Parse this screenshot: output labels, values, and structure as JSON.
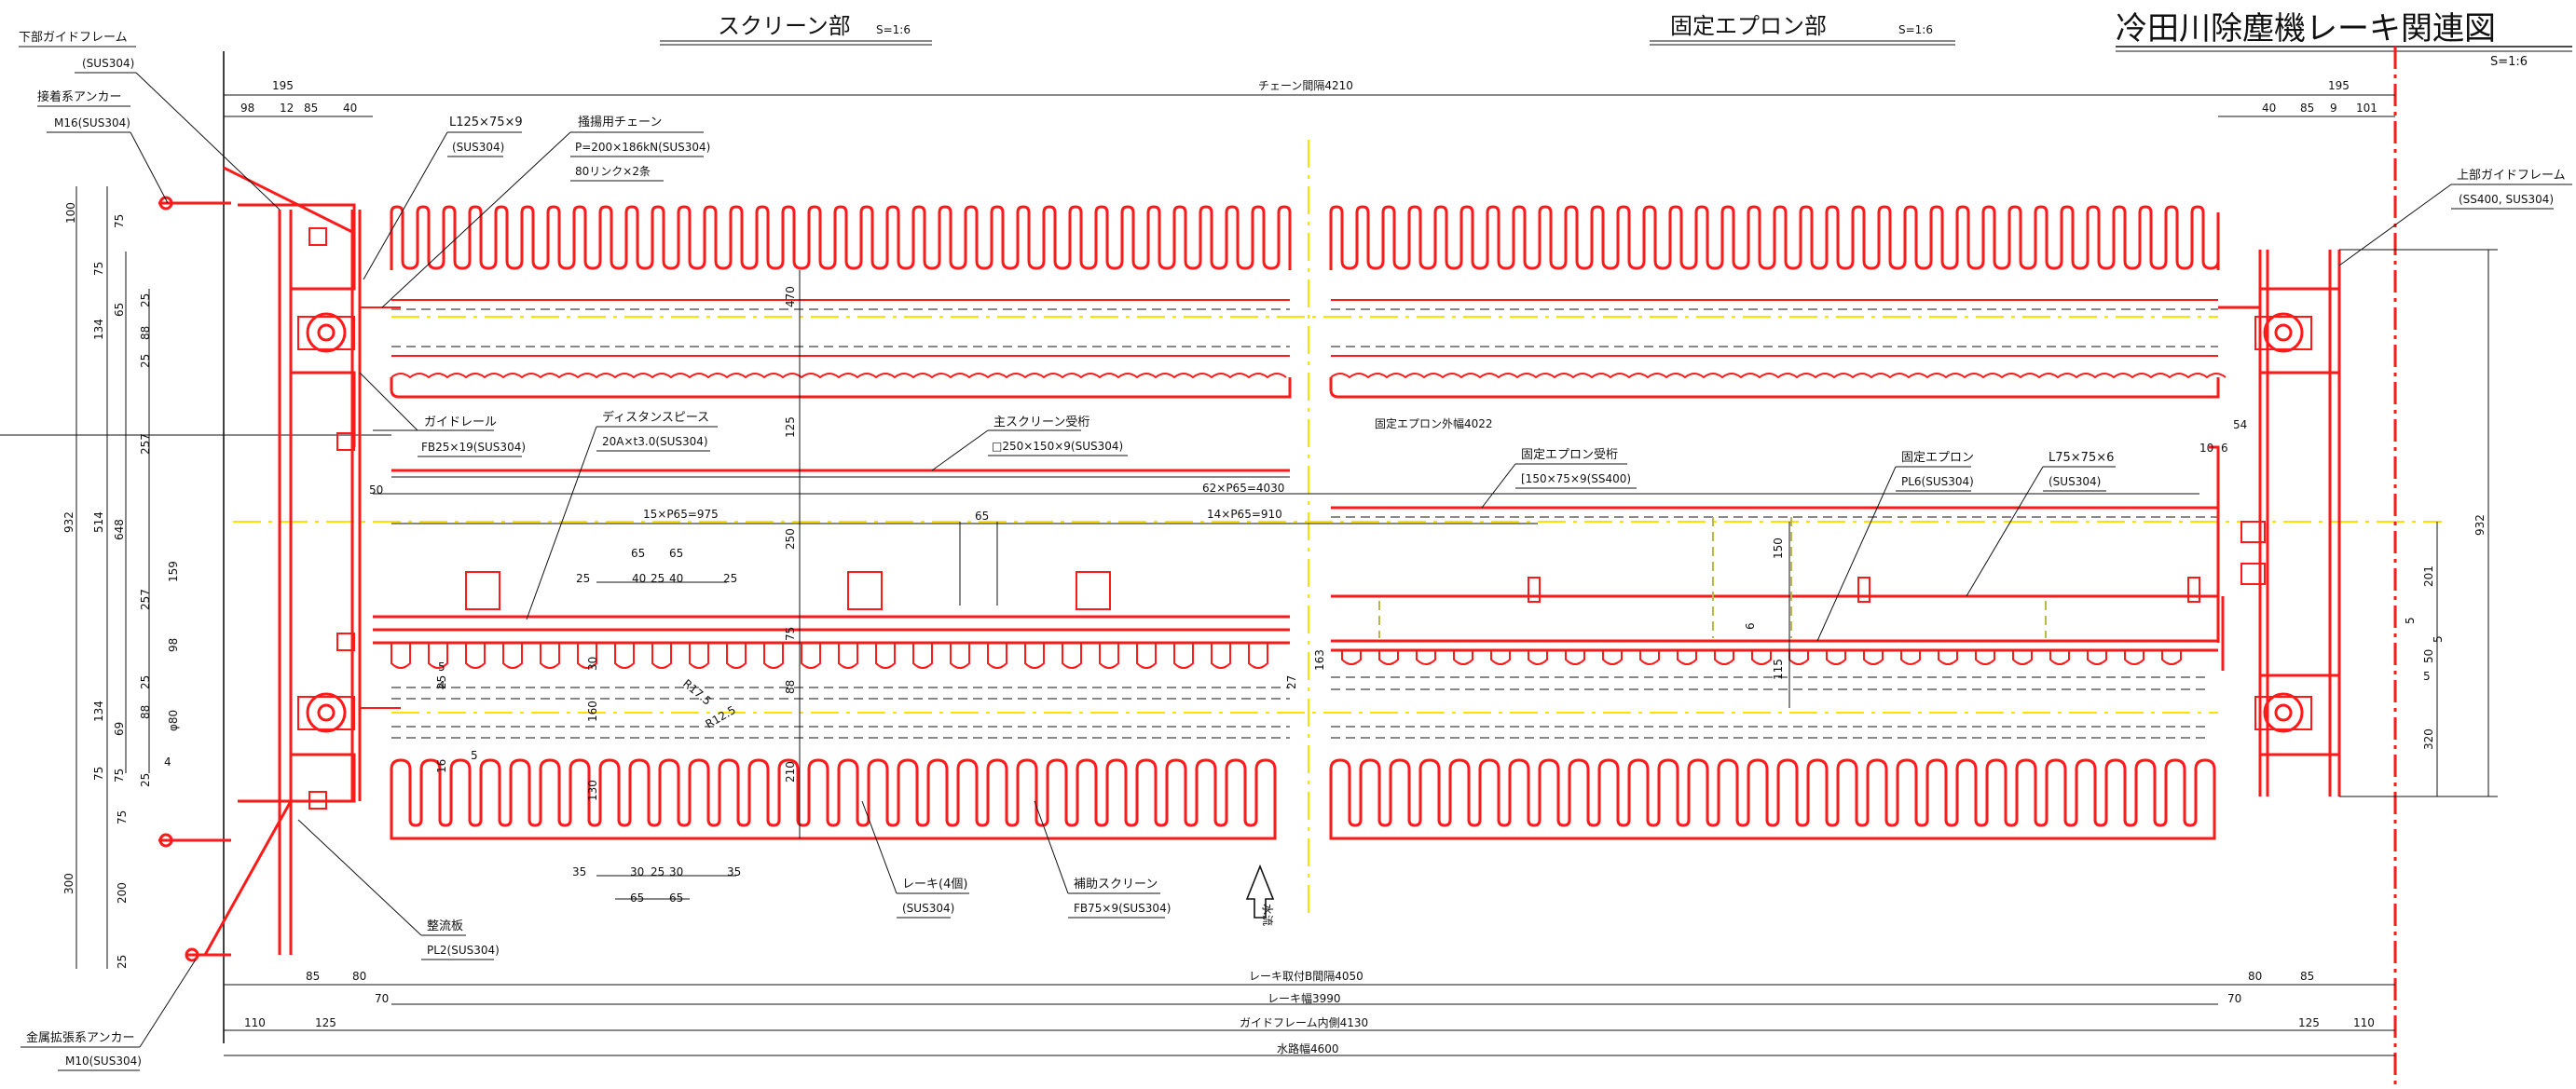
{
  "drawing_title": "冷田川除塵機レーキ関連図",
  "drawing_scale": "S=1:6",
  "sections": {
    "screen": {
      "label": "スクリーン部",
      "scale": "S=1:6"
    },
    "apron": {
      "label": "固定エプロン部",
      "scale": "S=1:6"
    }
  },
  "callouts": {
    "lower_guide_frame": {
      "name": "下部ガイドフレーム",
      "spec": "(SUS304)"
    },
    "adhesive_anchor": {
      "name": "接着系アンカー",
      "spec": "M16(SUS304)"
    },
    "angle_l125": {
      "name": "L125×75×9",
      "spec": "(SUS304)"
    },
    "chain": {
      "name": "掻揚用チェーン",
      "spec": "P=200×186kN(SUS304)",
      "spec2": "80リンク×2条"
    },
    "upper_guide_frame": {
      "name": "上部ガイドフレーム",
      "spec": "(SS400, SUS304)"
    },
    "guide_rail": {
      "name": "ガイドレール",
      "spec": "FB25×19(SUS304)"
    },
    "distance_piece": {
      "name": "ディスタンスピース",
      "spec": "20A×t3.0(SUS304)"
    },
    "main_screen_girder": {
      "name": "主スクリーン受桁",
      "spec": "□250×150×9(SUS304)"
    },
    "apron_width": {
      "name": "固定エプロン外幅4022"
    },
    "apron_girder": {
      "name": "固定エプロン受桁",
      "spec": "[150×75×9(SS400)"
    },
    "fixed_apron": {
      "name": "固定エプロン",
      "spec": "PL6(SUS304)"
    },
    "angle_l75": {
      "name": "L75×75×6",
      "spec": "(SUS304)"
    },
    "flow_plate": {
      "name": "整流板",
      "spec": "PL2(SUS304)"
    },
    "rake": {
      "name": "レーキ(4個)",
      "spec": "(SUS304)"
    },
    "aux_screen": {
      "name": "補助スクリーン",
      "spec": "FB75×9(SUS304)"
    },
    "metal_anchor": {
      "name": "金属拡張系アンカー",
      "spec": "M10(SUS304)"
    },
    "flow_direction": "水流"
  },
  "dimensions": {
    "chain_spacing": "チェーン間隔4210",
    "rake_mount_spacing": "レーキ取付B間隔4050",
    "rake_width": "レーキ幅3990",
    "guide_inner": "ガイドフレーム内側4130",
    "channel_width": "水路幅4600",
    "pitch_62": "62×P65=4030",
    "pitch_15": "15×P65=975",
    "pitch_14": "14×P65=910",
    "top": {
      "d195l": "195",
      "d98": "98",
      "d12": "12",
      "d85l": "85",
      "d40l": "40",
      "d195r": "195",
      "d40r": "40",
      "d85r": "85",
      "d9": "9",
      "d101": "101"
    },
    "bottom": {
      "d85l": "85",
      "d80l": "80",
      "d70l": "70",
      "d110l": "110",
      "d125l": "125",
      "d70r": "70",
      "d80r": "80",
      "d85r": "85",
      "d125r": "125",
      "d110r": "110"
    },
    "left_outer": {
      "d932": "932",
      "d300": "300"
    },
    "left_mid": {
      "d100": "100",
      "d75a": "75",
      "d134a": "134",
      "d514": "514",
      "d134b": "134",
      "d75b": "75",
      "d75c": "75",
      "d200": "200",
      "d25": "25"
    },
    "left_inner": {
      "d75": "75",
      "d65": "65",
      "d648": "648",
      "d69": "69",
      "d75b": "75"
    },
    "left_inner2": {
      "d25a": "25",
      "d88": "88",
      "d25b": "25",
      "d257a": "257",
      "d257b": "257",
      "d25c": "25",
      "d88b": "88",
      "d4": "4",
      "d25d": "25",
      "d159": "159",
      "d98": "98"
    },
    "phi80": "φ80",
    "center_v": {
      "d470": "470",
      "d125": "125",
      "d250": "250",
      "d75": "75",
      "d88": "88",
      "d210": "210"
    },
    "rake_v": {
      "d160": "160",
      "d130": "130",
      "d163": "163",
      "d27": "27",
      "d30": "30"
    },
    "rake_h_top": {
      "d25a": "25",
      "d65a": "65",
      "d65b": "65",
      "d40a": "40",
      "d25b": "25",
      "d40b": "40",
      "d25c": "25",
      "d65c": "65"
    },
    "rake_h_bottom": {
      "d35a": "35",
      "d30": "30",
      "d25": "25",
      "d30b": "30",
      "d35b": "35",
      "d65a": "65",
      "d65b": "65"
    },
    "radius_a": "R17.5",
    "radius_b": "R12.5",
    "small_left": {
      "d5a": "5",
      "d4": "4",
      "d25": "25",
      "d16": "16",
      "d5b": "5",
      "d50": "50"
    },
    "apron_v": {
      "d150": "150",
      "d6": "6",
      "d115": "115"
    },
    "right": {
      "d10": "10",
      "d6": "6",
      "d54": "54",
      "d932": "932",
      "d201": "201",
      "d5": "5",
      "d50": "50",
      "d5b": "5",
      "d320": "320",
      "d5c": "5"
    }
  }
}
